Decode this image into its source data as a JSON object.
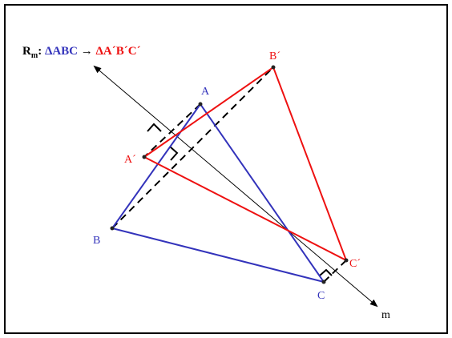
{
  "title": {
    "prefix_main": "R",
    "prefix_sub": "m",
    "prefix_colon": ": ",
    "original": "ΔABC",
    "arrow": " → ",
    "image": "ΔA´B´C´"
  },
  "colors": {
    "original": "#3333bb",
    "image": "#ee1111",
    "axis": "#000000",
    "frame": "#000000"
  },
  "labels": {
    "A": "A",
    "B": "B",
    "C": "C",
    "A_prime": "A´",
    "B_prime": "B´",
    "C_prime": "C´",
    "m": "m"
  }
}
